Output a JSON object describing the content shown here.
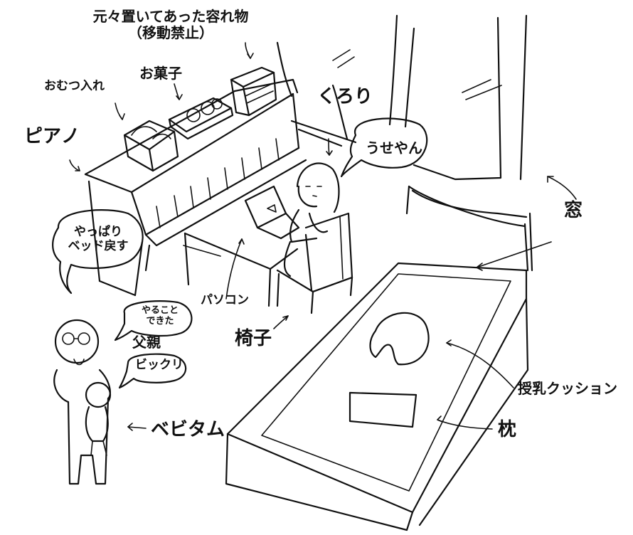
{
  "labels": {
    "container_line1": "元々置いてあった容れ物",
    "container_line2": "（移動禁止）",
    "okashi": "お菓子",
    "omutsu": "おむつ入れ",
    "piano": "ピアノ",
    "kurori": "くろり",
    "usayan": "うせやん",
    "window": "窓",
    "yappari_line1": "やっぱり",
    "yappari_line2": "ベッド戻す",
    "pc": "パソコン",
    "chair": "椅子",
    "yarukoto_line1": "やること",
    "yarukoto_line2": "できた",
    "father": "父親",
    "bikkuri": "ビックリ",
    "baby": "ベビタム",
    "cushion": "授乳クッション",
    "pillow": "枕"
  }
}
